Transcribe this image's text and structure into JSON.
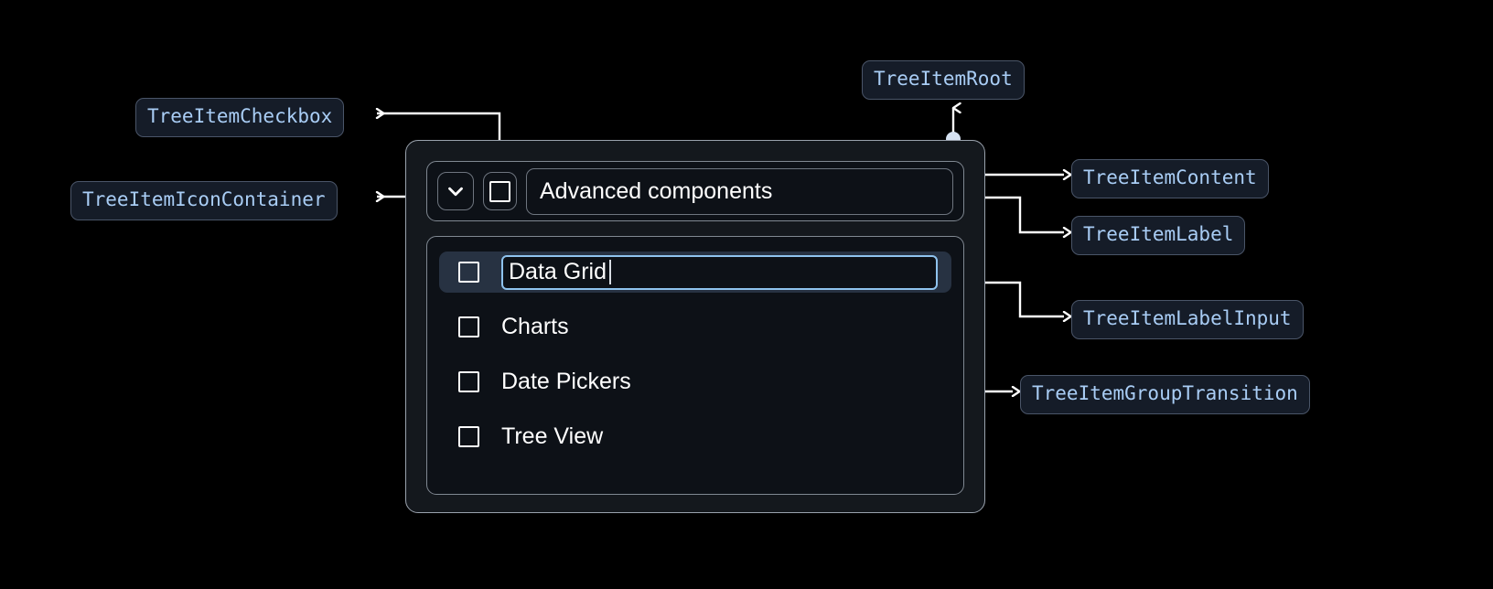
{
  "theme": {
    "page_bg": "#000000",
    "anno_bg": "#151c28",
    "anno_border": "#4a5568",
    "anno_text": "#a9cdf5",
    "wire_color": "#ffffff",
    "dot_color": "#d6e2f2",
    "root_bg": "#14181d",
    "root_border": "#9aa2ad",
    "panel_bg": "#0d1117",
    "panel_border": "#808892",
    "selected_row_bg": "#273242",
    "input_focus_border": "#8fc3ee",
    "text_primary": "#ffffff"
  },
  "annotations": [
    {
      "id": "tree-item-checkbox",
      "label": "TreeItemCheckbox"
    },
    {
      "id": "tree-item-icon-container",
      "label": "TreeItemIconContainer"
    },
    {
      "id": "tree-item-root",
      "label": "TreeItemRoot"
    },
    {
      "id": "tree-item-content",
      "label": "TreeItemContent"
    },
    {
      "id": "tree-item-label",
      "label": "TreeItemLabel"
    },
    {
      "id": "tree-item-label-input",
      "label": "TreeItemLabelInput"
    },
    {
      "id": "tree-item-group-transition",
      "label": "TreeItemGroupTransition"
    }
  ],
  "tree": {
    "expand_icon": "chevron-down-icon",
    "root_checkbox_icon": "checkbox-unchecked-icon",
    "root_label": "Advanced components",
    "items": [
      {
        "label": "Data Grid",
        "editing": true,
        "selected": true,
        "checked": false,
        "input_value": "Data Grid"
      },
      {
        "label": "Charts",
        "editing": false,
        "selected": false,
        "checked": false
      },
      {
        "label": "Date Pickers",
        "editing": false,
        "selected": false,
        "checked": false
      },
      {
        "label": "Tree View",
        "editing": false,
        "selected": false,
        "checked": false
      }
    ]
  }
}
